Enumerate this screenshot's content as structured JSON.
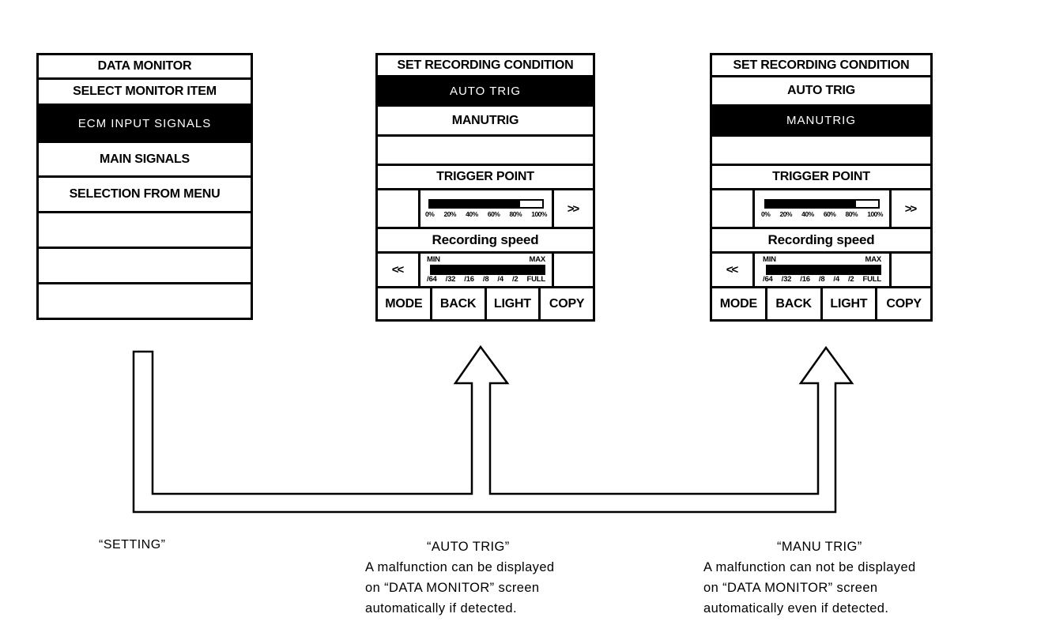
{
  "left_panel": {
    "title": "DATA MONITOR",
    "selected_item": "ECM INPUT SIGNALS",
    "items": [
      "SELECT MONITOR ITEM",
      "ECM INPUT SIGNALS",
      "MAIN SIGNALS",
      "SELECTION FROM MENU",
      "",
      "",
      ""
    ]
  },
  "rc": {
    "title": "SET RECORDING CONDITION",
    "options": [
      "AUTO TRIG",
      "MANUTRIG"
    ],
    "trigger_point_label": "TRIGGER POINT",
    "trigger_scale": [
      "0%",
      "20%",
      "40%",
      "60%",
      "80%",
      "100%"
    ],
    "trigger_fill_percent": 80,
    "trigger_fill_style": "width:80%",
    "next": ">>",
    "prev": "<<",
    "recording_speed_label": "Recording speed",
    "min": "MIN",
    "max": "MAX",
    "speed_scale": [
      "/64",
      "/32",
      "/16",
      "/8",
      "/4",
      "/2",
      "FULL"
    ],
    "buttons": [
      "MODE",
      "BACK",
      "LIGHT",
      "COPY"
    ]
  },
  "auto_panel": {
    "selected_option": "AUTO TRIG"
  },
  "manu_panel": {
    "selected_option": "MANUTRIG"
  },
  "captions": {
    "setting": "“SETTING”",
    "auto_title": "“AUTO TRIG”",
    "auto_lines": [
      "A malfunction can be displayed",
      "on “DATA MONITOR” screen",
      "automatically if detected."
    ],
    "manu_title": "“MANU TRIG”",
    "manu_lines": [
      "A malfunction can not be displayed",
      "on “DATA MONITOR” screen",
      "automatically even if detected."
    ]
  },
  "colors": {
    "ink": "#000000",
    "paper": "#ffffff"
  }
}
